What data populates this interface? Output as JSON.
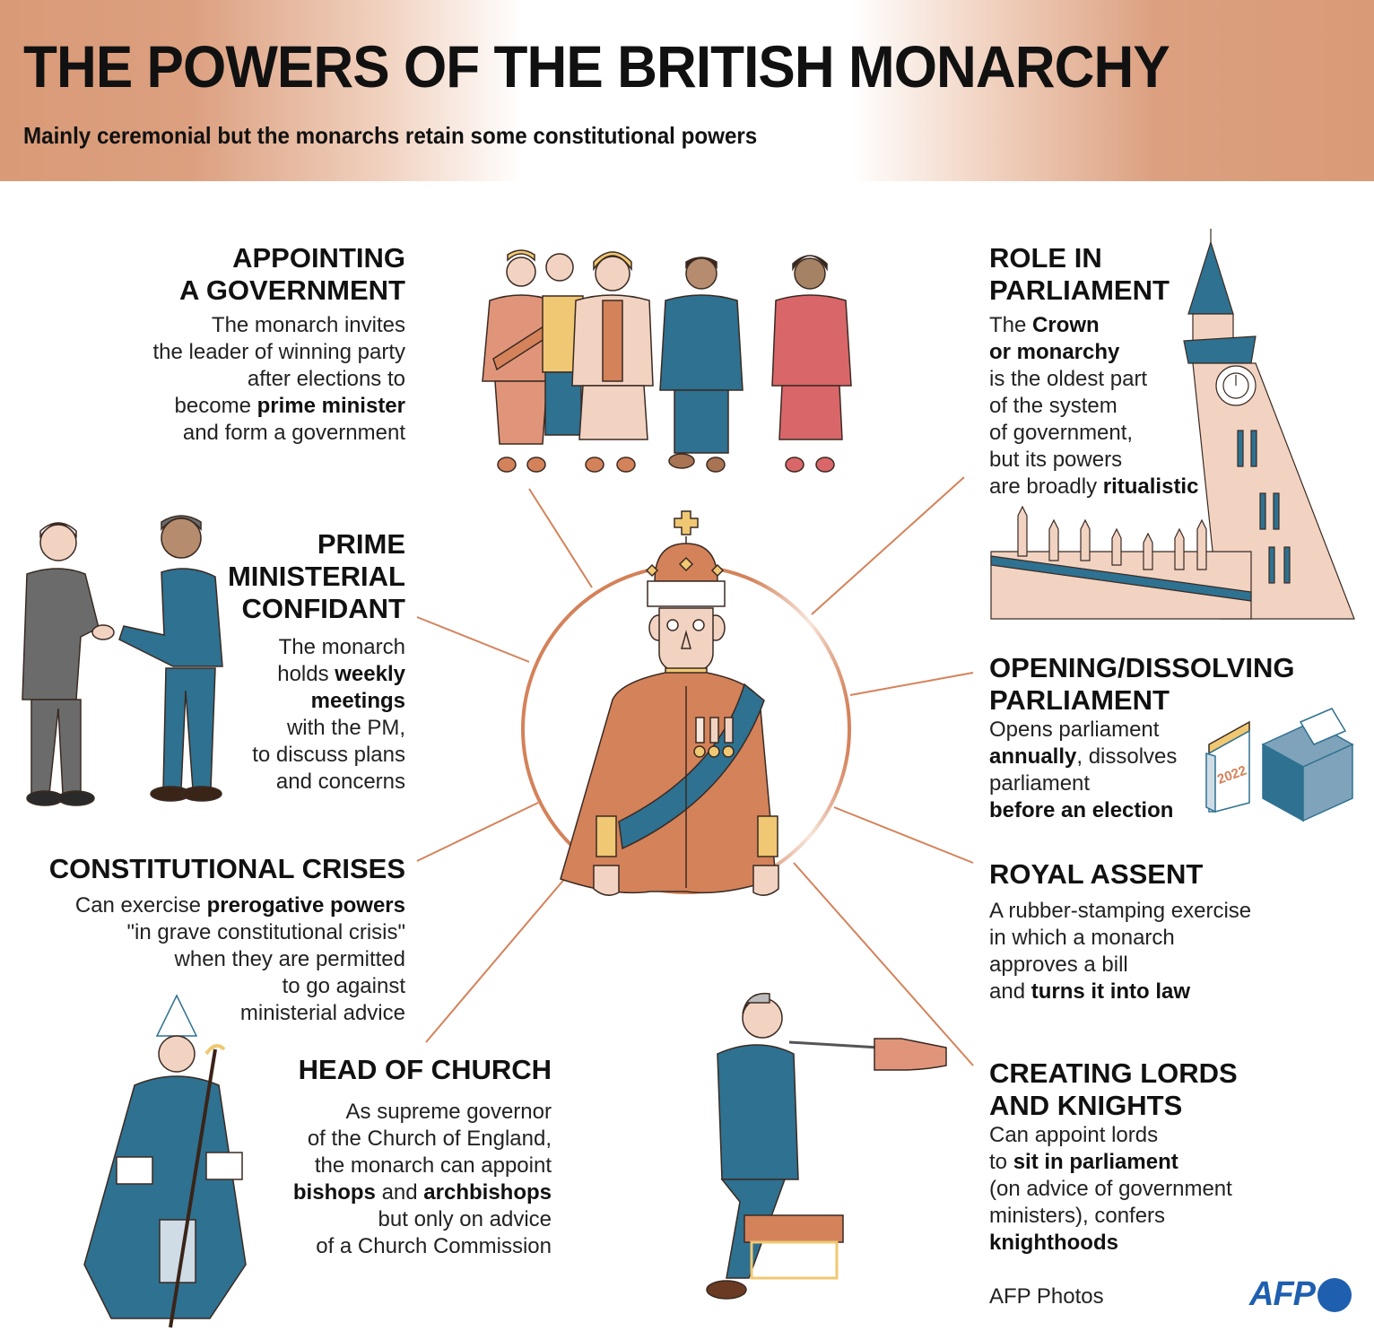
{
  "header": {
    "title": "THE POWERS OF THE BRITISH MONARCHY",
    "subtitle": "Mainly ceremonial but the monarchs retain some constitutional powers"
  },
  "colors": {
    "header_brown": "#d99a77",
    "accent_orange": "#d4825a",
    "teal": "#2e7190",
    "gold": "#f0c873",
    "skin": "#f2d3c2",
    "afp_blue": "#1f5fb0"
  },
  "sections": {
    "appointing": {
      "heading": [
        "APPOINTING",
        "A GOVERNMENT"
      ],
      "lines": [
        [
          {
            "t": "The monarch invites",
            "b": false
          }
        ],
        [
          {
            "t": "the leader of winning party",
            "b": false
          }
        ],
        [
          {
            "t": "after elections to",
            "b": false
          }
        ],
        [
          {
            "t": "become ",
            "b": false
          },
          {
            "t": "prime minister",
            "b": true
          }
        ],
        [
          {
            "t": "and form a government",
            "b": false
          }
        ]
      ]
    },
    "role_parliament": {
      "heading": [
        "ROLE IN",
        "PARLIAMENT"
      ],
      "lines": [
        [
          {
            "t": "The ",
            "b": false
          },
          {
            "t": "Crown",
            "b": true
          }
        ],
        [
          {
            "t": "or monarchy",
            "b": true
          }
        ],
        [
          {
            "t": "is the oldest part",
            "b": false
          }
        ],
        [
          {
            "t": "of the system",
            "b": false
          }
        ],
        [
          {
            "t": "of government,",
            "b": false
          }
        ],
        [
          {
            "t": "but its powers",
            "b": false
          }
        ],
        [
          {
            "t": "are broadly ",
            "b": false
          },
          {
            "t": "ritualistic",
            "b": true
          }
        ]
      ]
    },
    "pm_confidant": {
      "heading": [
        "PRIME",
        "MINISTERIAL",
        "CONFIDANT"
      ],
      "lines": [
        [
          {
            "t": "The monarch",
            "b": false
          }
        ],
        [
          {
            "t": "holds ",
            "b": false
          },
          {
            "t": "weekly",
            "b": true
          }
        ],
        [
          {
            "t": "meetings",
            "b": true
          }
        ],
        [
          {
            "t": "with the PM,",
            "b": false
          }
        ],
        [
          {
            "t": "to discuss plans",
            "b": false
          }
        ],
        [
          {
            "t": "and concerns",
            "b": false
          }
        ]
      ]
    },
    "opening_dissolving": {
      "heading": [
        "OPENING/DISSOLVING",
        "PARLIAMENT"
      ],
      "lines": [
        [
          {
            "t": "Opens parliament",
            "b": false
          }
        ],
        [
          {
            "t": "annually",
            "b": true
          },
          {
            "t": ", dissolves",
            "b": false
          }
        ],
        [
          {
            "t": "parliament",
            "b": false
          }
        ],
        [
          {
            "t": "before an election",
            "b": true
          }
        ]
      ],
      "calendar_year": "2022"
    },
    "constitutional_crises": {
      "heading": [
        "CONSTITUTIONAL CRISES"
      ],
      "lines": [
        [
          {
            "t": "Can exercise ",
            "b": false
          },
          {
            "t": "prerogative powers",
            "b": true
          }
        ],
        [
          {
            "t": "\"in grave constitutional crisis\"",
            "b": false
          }
        ],
        [
          {
            "t": "when they are  permitted",
            "b": false
          }
        ],
        [
          {
            "t": "to go against",
            "b": false
          }
        ],
        [
          {
            "t": "ministerial advice",
            "b": false
          }
        ]
      ]
    },
    "royal_assent": {
      "heading": [
        "ROYAL ASSENT"
      ],
      "lines": [
        [
          {
            "t": "A rubber-stamping exercise",
            "b": false
          }
        ],
        [
          {
            "t": "in which a monarch",
            "b": false
          }
        ],
        [
          {
            "t": "approves a bill",
            "b": false
          }
        ],
        [
          {
            "t": "and ",
            "b": false
          },
          {
            "t": "turns it into law",
            "b": true
          }
        ]
      ]
    },
    "head_church": {
      "heading": [
        "HEAD OF CHURCH"
      ],
      "lines": [
        [
          {
            "t": "As supreme governor",
            "b": false
          }
        ],
        [
          {
            "t": "of the Church of England,",
            "b": false
          }
        ],
        [
          {
            "t": "the monarch can appoint ",
            "b": false
          }
        ],
        [
          {
            "t": "bishops",
            "b": true
          },
          {
            "t": " and ",
            "b": false
          },
          {
            "t": "archbishops",
            "b": true
          }
        ],
        [
          {
            "t": "but only on advice",
            "b": false
          }
        ],
        [
          {
            "t": "of a Church Commission",
            "b": false
          }
        ]
      ]
    },
    "lords_knights": {
      "heading": [
        "CREATING LORDS",
        "AND KNIGHTS"
      ],
      "lines": [
        [
          {
            "t": "Can appoint lords",
            "b": false
          }
        ],
        [
          {
            "t": "to ",
            "b": false
          },
          {
            "t": "sit in parliament",
            "b": true
          }
        ],
        [
          {
            "t": "(on advice of government",
            "b": false
          }
        ],
        [
          {
            "t": "ministers), confers",
            "b": false
          }
        ],
        [
          {
            "t": "knighthoods",
            "b": true
          }
        ]
      ]
    }
  },
  "footer": {
    "credit": "AFP Photos",
    "logo": "AFP"
  },
  "icons": [
    "monarch-illustration",
    "government-group-illustration",
    "big-ben-illustration",
    "handshake-illustration",
    "calendar-icon",
    "ballot-box-icon",
    "bishop-illustration",
    "knighting-illustration"
  ]
}
